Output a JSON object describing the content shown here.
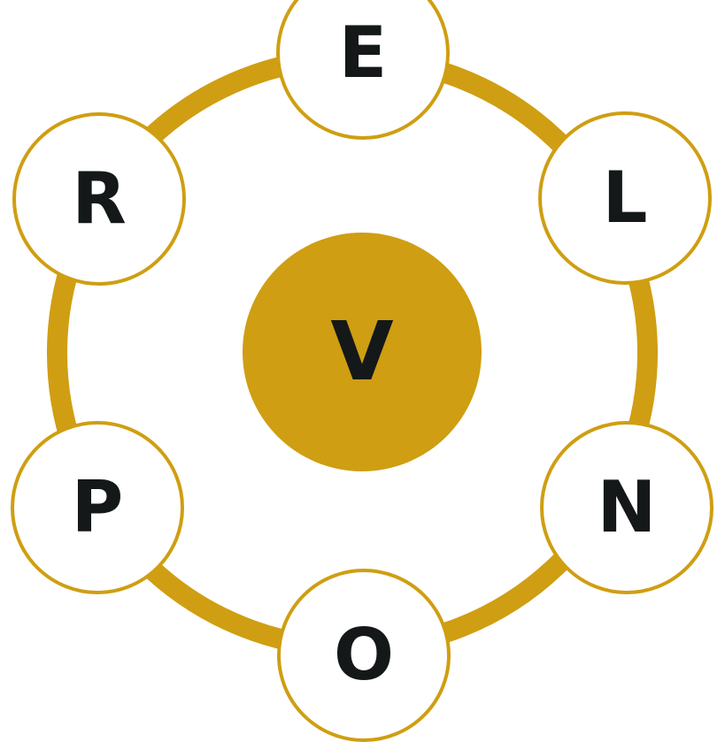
{
  "puzzle": {
    "center_letter": "V",
    "outer_letters": [
      "E",
      "L",
      "N",
      "O",
      "P",
      "R"
    ]
  },
  "colors": {
    "accent": "#cf9e12",
    "letter": "#141818",
    "background": "#ffffff"
  }
}
